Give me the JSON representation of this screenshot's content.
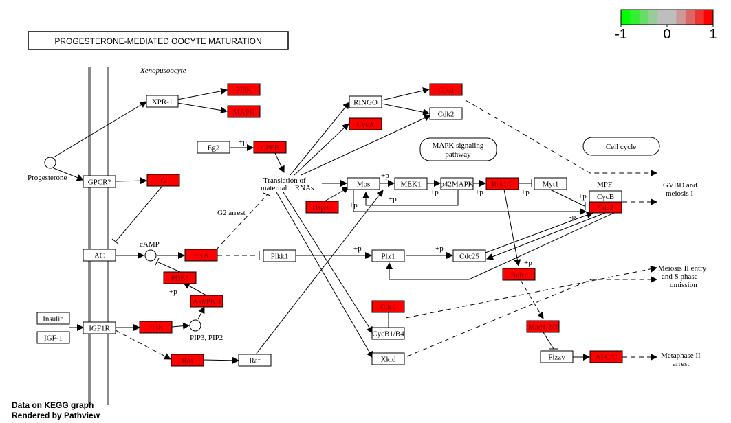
{
  "title": "PROGESTERONE-MEDIATED OOCYTE MATURATION",
  "species_label": "Xenopusoocyte",
  "legend": {
    "colors": [
      "#00ff00",
      "#33ee33",
      "#66dd66",
      "#99cc99",
      "#bebebe",
      "#bebebe",
      "#cc9999",
      "#dd6666",
      "#ee3333",
      "#ff0000"
    ],
    "tick_min": "-1",
    "tick_mid": "0",
    "tick_max": "1"
  },
  "colors": {
    "up": "#ff0000",
    "none": "#ffffff",
    "membrane": "#8c8c8c"
  },
  "nodes": {
    "xpr1": "XPR-1",
    "pi3k_top": "PI3K",
    "mapk": "MAPK",
    "gpcr": "GPCR?",
    "g": "G",
    "ac": "AC",
    "pka": "PKA",
    "pde3": "PDE3",
    "akt": "Akt/PKB",
    "insulin": "Insulin",
    "igf1": "IGF-1",
    "igf1r": "IGF1R",
    "pi3k_bot": "PI3K",
    "ras": "Ras",
    "raf": "Raf",
    "eg2": "Eg2",
    "cpeb": "CPEB",
    "ringo": "RINGO",
    "cdc2_top": "Cdc2",
    "cdk2": "Cdk2",
    "cyca": "CycA",
    "mos": "Mos",
    "hsp90": "Hsp90",
    "mek1": "MEK1",
    "p42mapk": "p42MAPK",
    "rsk12": "Rsk1/2",
    "myt1": "Myt1",
    "cycb": "CycB",
    "cdc2_mpf": "Cdc2",
    "plkk1": "Plkk1",
    "plx1": "Plx1",
    "cdc25": "Cdc25",
    "bub1": "Bub1",
    "cdc2_mid": "Cdc2",
    "cycb1b4": "CycB1/B4",
    "mad12": "Mad1/2/3",
    "xkid": "Xkid",
    "fizzy": "Fizzy",
    "apcc": "APC/C"
  },
  "labels": {
    "progesterone": "Progesterone",
    "camp": "cAMP",
    "pip3_pip2": "PIP3, PIP2",
    "translation_1": "Translation of",
    "translation_2": "maternal mRNAs",
    "g2_arrest": "G2 arrest",
    "mpf": "MPF",
    "mapk_pathway_1": "MAPK signaling",
    "mapk_pathway_2": "pathway",
    "cell_cycle": "Cell cycle",
    "gvbd_1": "GVBD and",
    "gvbd_2": "meiosis I",
    "meiosis2_1": "Meiosis II entry",
    "meiosis2_2": "and S phase",
    "meiosis2_3": "omission",
    "metaphase_1": "Metaphase II",
    "metaphase_2": "arrest",
    "plus_p": "+p",
    "minus_p": "-p"
  },
  "footer": {
    "line1": "Data on KEGG graph",
    "line2": "Rendered by Pathview"
  }
}
